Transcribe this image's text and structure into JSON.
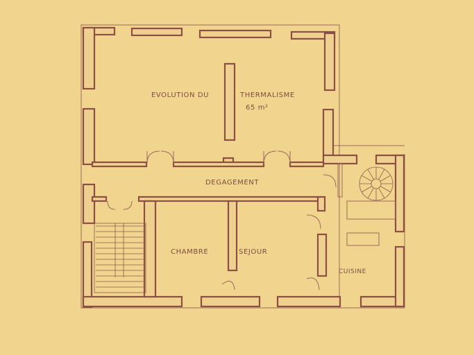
{
  "rooms": {
    "evolution": "EVOLUTION   DU",
    "thermalisme": "THERMALISME",
    "area": "65 m²",
    "degagement": "DEGAGEMENT",
    "chambre": "CHAMBRE",
    "sejour": "SEJOUR",
    "cuisine": "CUISINE"
  },
  "colors": {
    "paper": "#f1d58f",
    "wall_stroke": "#8b4f43",
    "ink": "#7d4c40"
  }
}
